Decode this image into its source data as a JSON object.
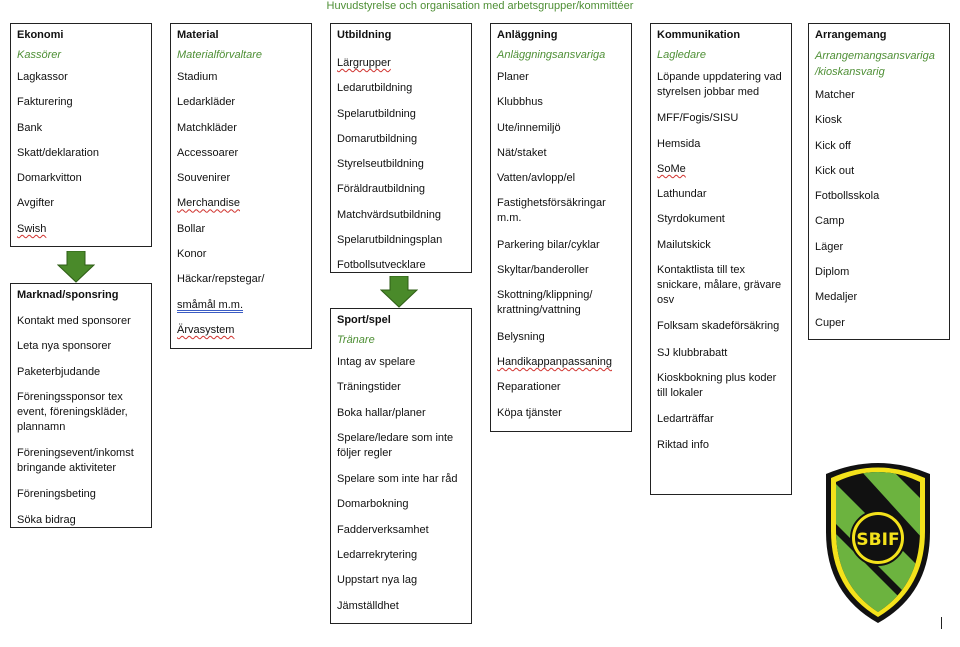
{
  "title": "Huvudstyrelse och organisation med arbetsgrupper/kommittéer",
  "boxes": {
    "ekonomi": {
      "title": "Ekonomi",
      "role": "Kassörer",
      "items": [
        "Lagkassor",
        "Fakturering",
        "Bank",
        "Skatt/deklaration",
        "Domarkvitton",
        "Avgifter",
        "Swish"
      ]
    },
    "marknad": {
      "title": "Marknad/sponsring",
      "items": [
        "Kontakt med sponsorer",
        "Leta nya sponsorer",
        "Paketerbjudande",
        "Föreningssponsor tex event, föreningskläder, plannamn",
        "Föreningsevent/inkomst bringande aktiviteter",
        "Föreningsbeting",
        "Söka bidrag"
      ]
    },
    "material": {
      "title": "Material",
      "role": "Materialförvaltare",
      "items": [
        "Stadium",
        "Ledarkläder",
        "Matchkläder",
        "Accessoarer",
        "Souvenirer",
        "Merchandise",
        "Bollar",
        "Konor",
        "Häckar/repstegar/",
        "småmål m.m.",
        "Ärvasystem"
      ]
    },
    "utbildning": {
      "title": "Utbildning",
      "items": [
        "Lärgrupper",
        "Ledarutbildning",
        "Spelarutbildning",
        "Domarutbildning",
        "Styrelseutbildning",
        "Föräldrautbildning",
        "Matchvärdsutbildning",
        "Spelarutbildningsplan",
        "Fotbollsutvecklare"
      ]
    },
    "sport": {
      "title": "Sport/spel",
      "role": "Tränare",
      "items": [
        "Intag av spelare",
        "Träningstider",
        "Boka hallar/planer",
        "Spelare/ledare som inte följer regler",
        "Spelare som inte har råd",
        "Domarbokning",
        "Fadderverksamhet",
        "Ledarrekrytering",
        "Uppstart nya lag",
        "Jämställdhet"
      ]
    },
    "anlaggning": {
      "title": "Anläggning",
      "role": "Anläggningsansvariga",
      "items": [
        "Planer",
        "Klubbhus",
        "Ute/innemiljö",
        "Nät/staket",
        "Vatten/avlopp/el",
        "Fastighetsförsäkringar m.m.",
        "Parkering bilar/cyklar",
        "Skyltar/banderoller",
        "Skottning/klippning/ krattning/vattning",
        "Belysning",
        "Handikappanpassaning",
        "Reparationer",
        "Köpa tjänster"
      ]
    },
    "kommunikation": {
      "title": "Kommunikation",
      "role": "Lagledare",
      "items": [
        "Löpande uppdatering vad styrelsen jobbar med",
        "MFF/Fogis/SISU",
        "Hemsida",
        "SoMe",
        "Lathundar",
        "Styrdokument",
        "Mailutskick",
        "Kontaktlista till tex snickare, målare, grävare osv",
        "Folksam skadeförsäkring",
        "SJ klubbrabatt",
        "Kioskbokning plus koder till lokaler",
        "Ledarträffar",
        "Riktad info"
      ]
    },
    "arrangemang": {
      "title": "Arrangemang",
      "role": "Arrangemangsansvariga /kioskansvarig",
      "items": [
        "Matcher",
        "Kiosk",
        "Kick off",
        "Kick out",
        "Fotbollsskola",
        "Camp",
        "Läger",
        "Diplom",
        "Medaljer",
        "Cuper"
      ]
    }
  },
  "logo": {
    "text": "SBIF",
    "colors": {
      "yellow": "#f4e21b",
      "green": "#6cb33f",
      "black": "#111111"
    }
  },
  "colors": {
    "accent_green": "#4e8f35",
    "arrow_green": "#4a8a2a"
  }
}
